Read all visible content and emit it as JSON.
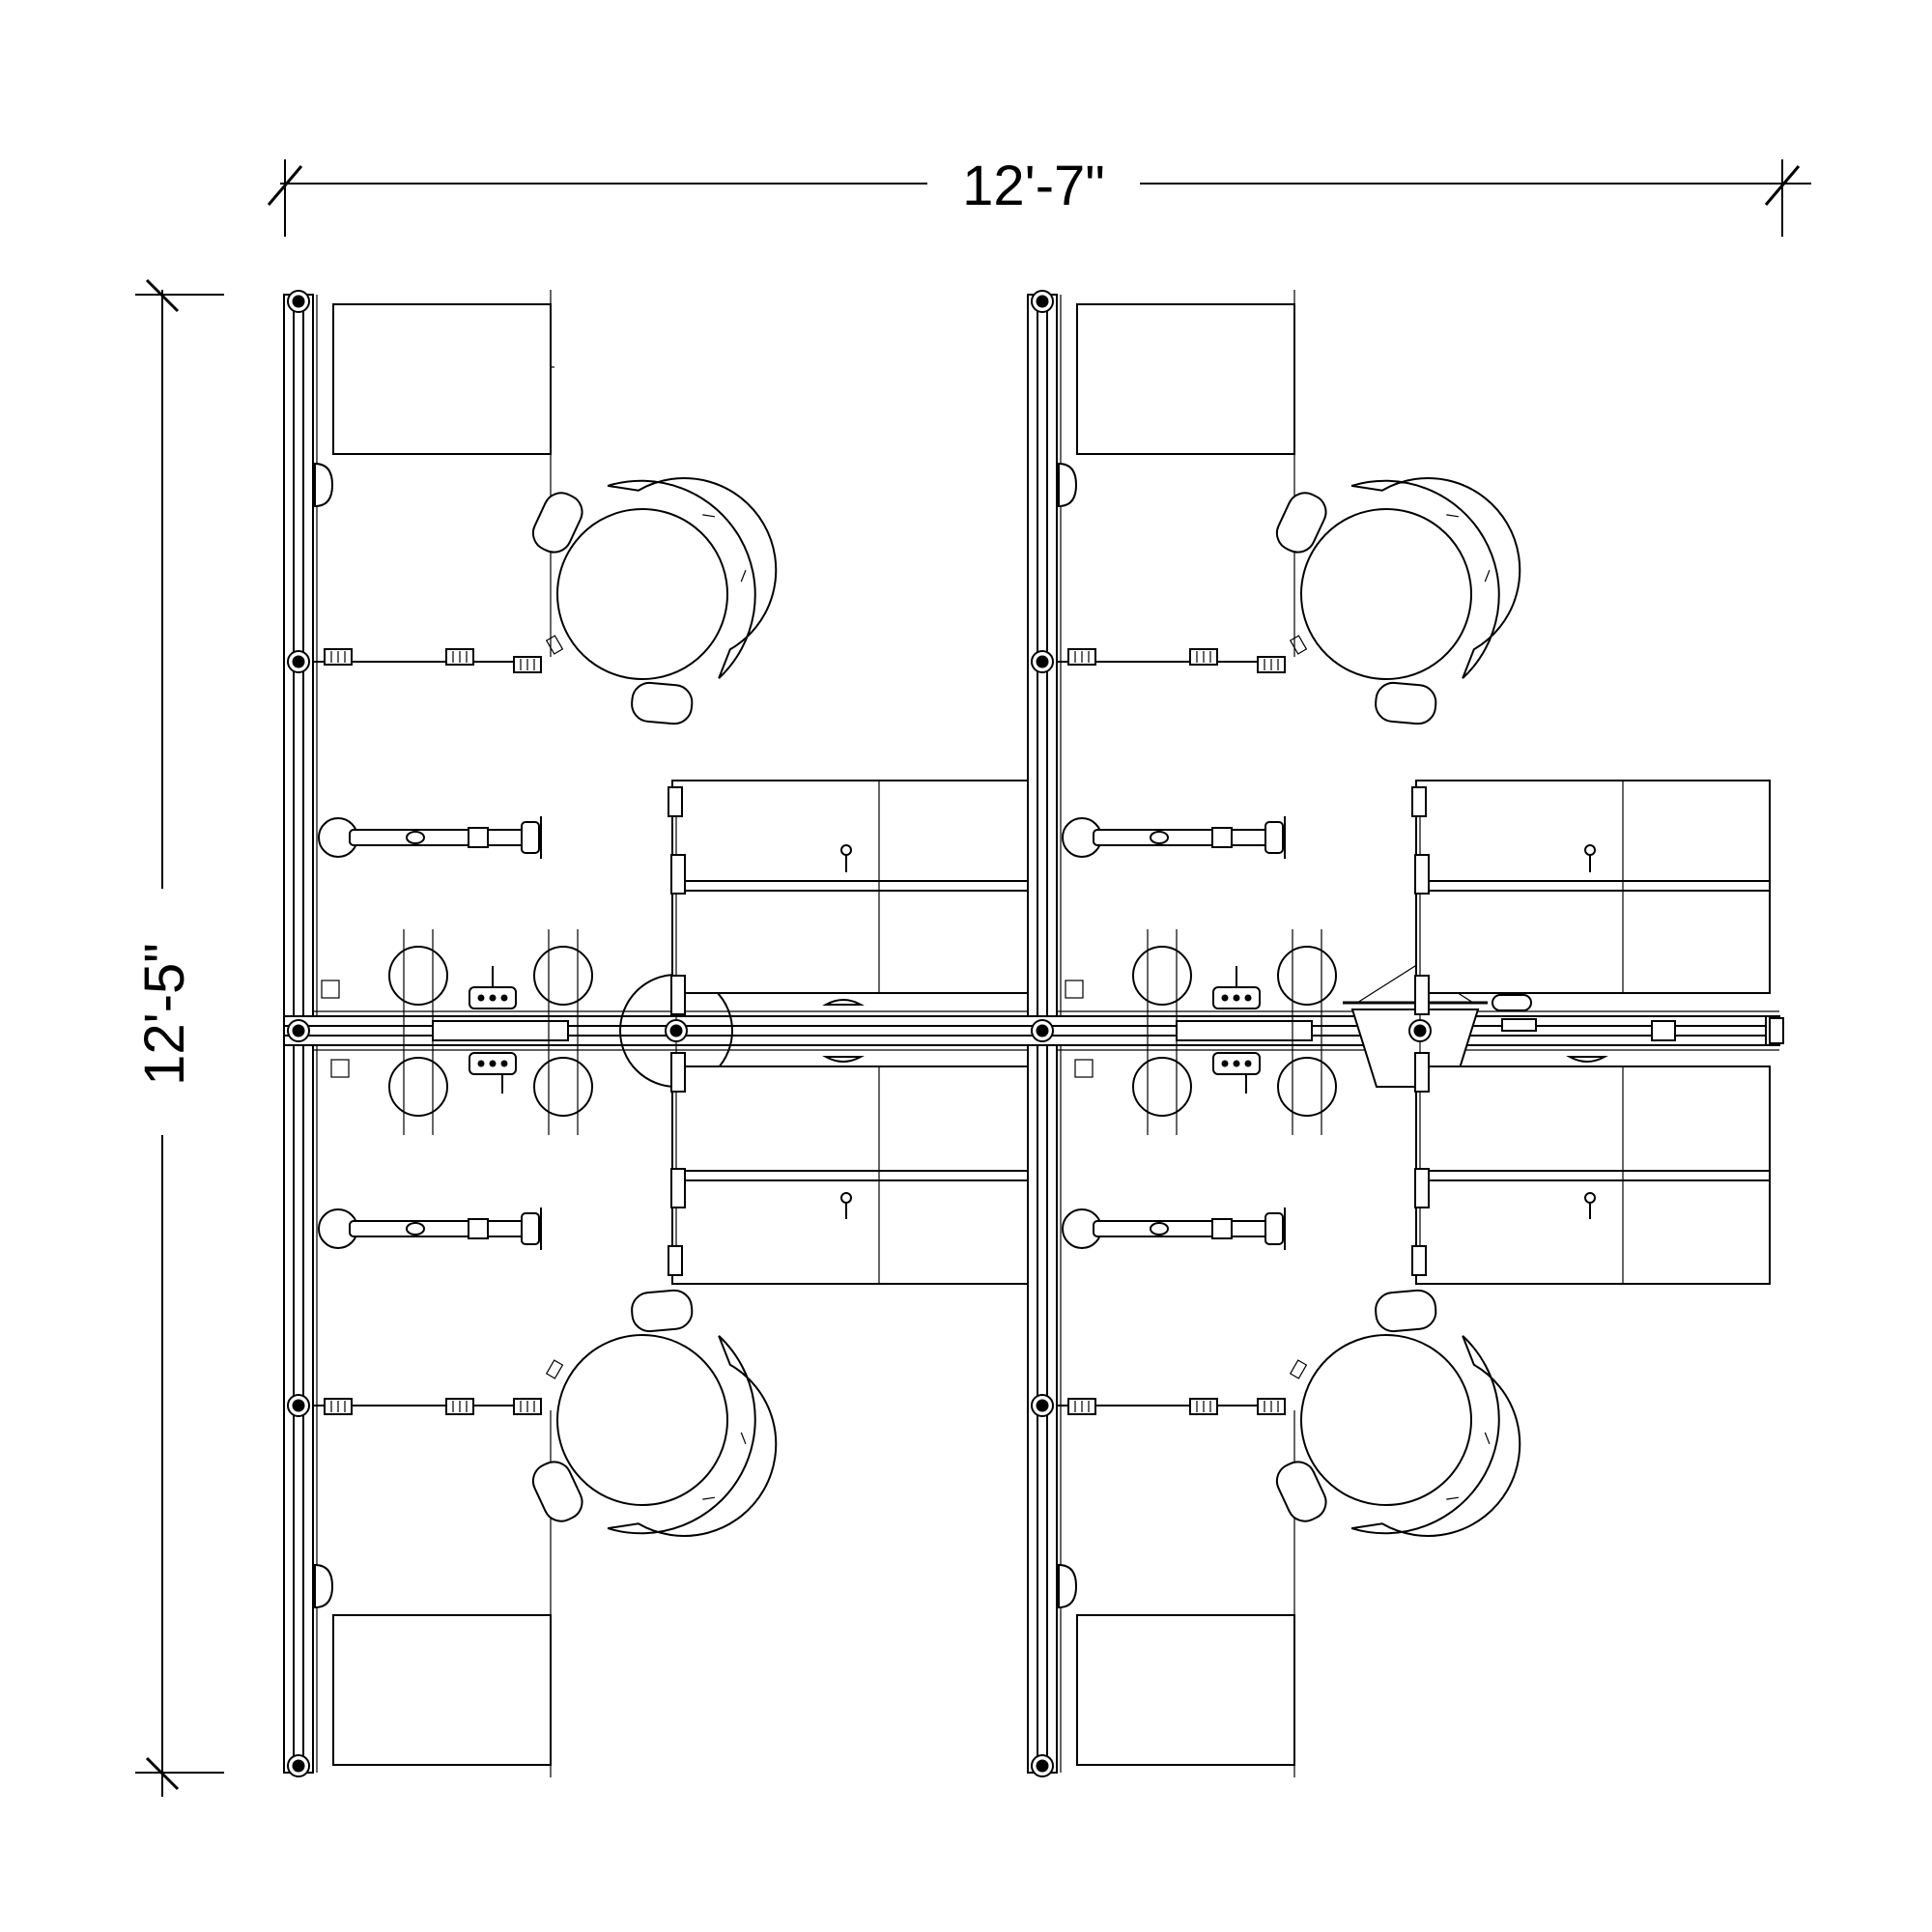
{
  "dimensions": {
    "width_label": "12'-7\"",
    "height_label": "12'-5\""
  },
  "plan": {
    "workstation_count": 4,
    "chair_count": 8,
    "line_color": "#000000",
    "background_color": "#ffffff"
  }
}
